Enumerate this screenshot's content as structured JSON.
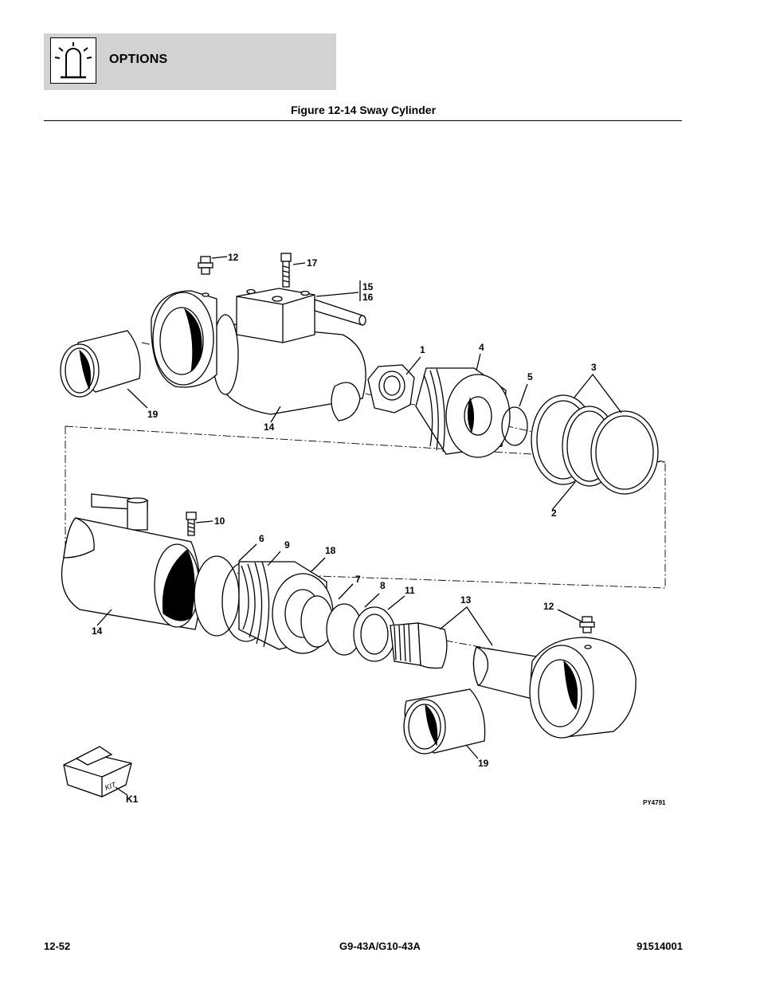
{
  "header": {
    "section_title": "OPTIONS",
    "icon": "light-beacon-icon"
  },
  "figure": {
    "title": "Figure 12-14 Sway Cylinder"
  },
  "callouts": {
    "c12a": "12",
    "c17": "17",
    "c15": "15",
    "c16": "16",
    "c1": "1",
    "c4": "4",
    "c5": "5",
    "c3": "3",
    "c19a": "19",
    "c14a": "14",
    "c2": "2",
    "c10": "10",
    "c6": "6",
    "c9": "9",
    "c18": "18",
    "c7": "7",
    "c8": "8",
    "c11": "11",
    "c13": "13",
    "c12b": "12",
    "c14b": "14",
    "c19b": "19",
    "cK1": "K1"
  },
  "kit_label": "KIT",
  "drawing_code": "PY4791",
  "footer": {
    "page": "12-52",
    "model": "G9-43A/G10-43A",
    "part_number": "91514001"
  }
}
